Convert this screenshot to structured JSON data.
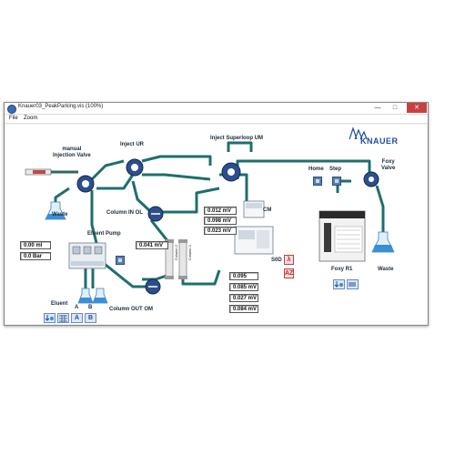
{
  "window": {
    "title": "Knauer03_PeakParking.vis  (100%)",
    "controls": {
      "minimize": "—",
      "maximize": "□",
      "close": "✕"
    }
  },
  "menu": [
    "File",
    "Zoom"
  ],
  "brand": {
    "name": "KNAUER"
  },
  "labels": {
    "manual_injection_valve": "manual\nInjection Valve",
    "inject_ur": "Inject UR",
    "inject_superloop": "Inject Superloop UM",
    "waste_left": "Waste",
    "column_in": "Column IN OL",
    "eluent_pump": "Eluent Pump",
    "cm": "CM",
    "column_out": "Column OUT OM",
    "column2": "Column 2",
    "column1": "Column 1",
    "sod": "S0D",
    "home": "Home",
    "step": "Step",
    "foxy_valve": "Foxy\nValve",
    "foxy_r1": "Foxy R1",
    "waste_right": "Waste",
    "eluent": "Eluent",
    "bottle_a": "A",
    "bottle_b": "B"
  },
  "readouts": {
    "volume": "0.00 ml",
    "pressure": "0.0 Bar",
    "mv_pump": "0.041 mV",
    "cm_values": [
      "0.012 mV",
      "0.098 mV",
      "0.023 mV"
    ],
    "detector_values": [
      "0.095",
      "0.085 mV",
      "0.027 mV",
      "0.084 mV"
    ]
  },
  "buttons": {
    "lambda": "λ",
    "az": "AZ",
    "eluent_a": "A",
    "eluent_b": "B"
  },
  "colors": {
    "tubing": "#1f6e6e",
    "valve": "#2c4f8c",
    "accent_blue": "#1e4f9a"
  }
}
